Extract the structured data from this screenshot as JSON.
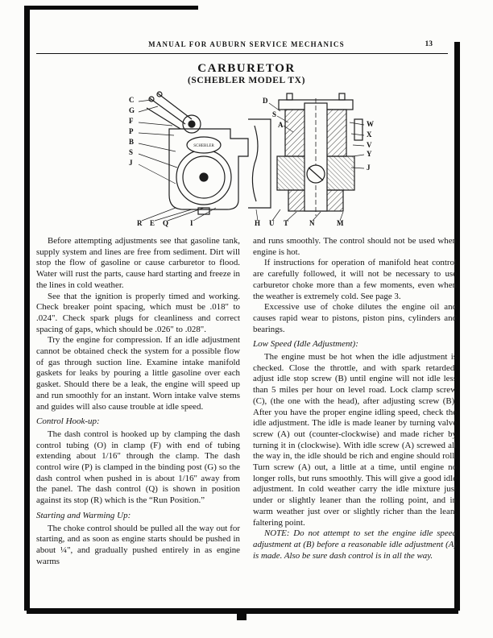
{
  "header": {
    "title": "MANUAL FOR AUBURN SERVICE MECHANICS",
    "page_number": "13"
  },
  "title": "CARBURETOR",
  "subtitle": "(SCHEBLER MODEL TX)",
  "figure": {
    "plate_text": "SCHEBLER",
    "labels": {
      "left": [
        "C",
        "G",
        "F",
        "P",
        "B",
        "S",
        "J"
      ],
      "top": [
        "D",
        "S",
        "A"
      ],
      "right": [
        "W",
        "X",
        "V",
        "Y",
        "J"
      ],
      "bottom": [
        "R",
        "E",
        "Q",
        "I",
        "H",
        "U",
        "T",
        "N",
        "M"
      ]
    }
  },
  "left_column": {
    "p1": "Before attempting adjustments see that gasoline tank, supply system and lines are free from sediment.  Dirt will stop the flow of gasoline or cause carburetor to flood.  Water will rust the parts, cause hard starting and freeze in the lines in cold weather.",
    "p2": "See that the ignition is properly timed and working.  Check breaker point spacing, which must be .018\" to .024\".  Check spark plugs for cleanliness and correct spacing of gaps, which should be .026\" to .028\".",
    "p3": "Try the engine for compression.  If an idle adjustment cannot be obtained check the system for a possible flow of gas through suction line.  Examine intake manifold gaskets for leaks by pouring a little gasoline over each gasket.  Should there be a leak, the engine will speed up and run smoothly for an instant.  Worn intake valve stems and guides will also cause trouble at idle speed.",
    "h1": "Control Hook-up:",
    "p4": "The dash control is hooked up by clamping the dash control tubing (O) in clamp (F) with end of tubing extending about 1/16\" through the clamp.  The dash control wire (P) is clamped in the binding post (G) so the dash control when pushed in is about 1/16\" away from the panel.  The dash control (Q) is shown in position against its stop (R) which is the “Run Position.”",
    "h2": "Starting and Warming Up:",
    "p5": "The choke control should be pulled all the way out for starting, and as soon as engine starts should be pushed in about ¼\", and gradually pushed entirely in as engine warms"
  },
  "right_column": {
    "p1": "and runs smoothly.  The control should not be used when engine is hot.",
    "p2": "If instructions for operation of manifold heat control are carefully followed, it will not be necessary to use carburetor choke more than a few moments, even when the weather is extremely cold.  See page 3.",
    "p3": "Excessive use of choke dilutes the engine oil and causes rapid wear to pistons, piston pins, cylinders and bearings.",
    "h1": "Low Speed (Idle Adjustment):",
    "p4": "The engine must be hot when the idle adjustment is checked.  Close the throttle, and with spark retarded, adjust idle stop screw (B) until engine will not idle less than 5 miles per hour on level road.  Lock clamp screw (C), (the one with the head), after adjusting screw (B).  After you have the proper engine idling speed, check the idle adjustment.  The idle is made leaner by turning valve screw (A) out (counter-clockwise) and made richer by turning it in (clockwise).  With idle screw (A) screwed all the way in, the idle should be rich and engine should roll.  Turn screw (A) out, a little at a time, until engine no longer rolls, but runs smoothly.  This will give a good idle adjustment.  In cold weather carry the idle mixture just under or slightly leaner than the rolling point, and in warm weather just over or slightly richer than the lean, faltering point.",
    "note": "NOTE:  Do not attempt to set the engine idle speed adjustment at (B) before a reasonable idle adjustment (A) is made.  Also be sure dash control is in all the way."
  }
}
